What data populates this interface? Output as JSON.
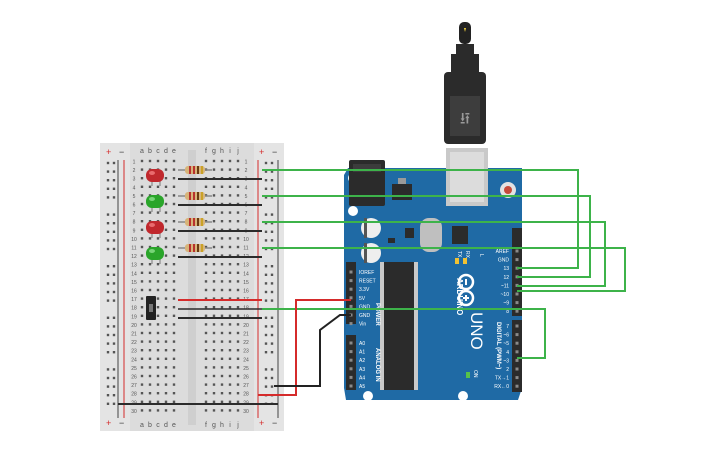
{
  "breadboard": {
    "top_minus": "−",
    "top_plus": "+",
    "bottom_minus": "−",
    "bottom_plus": "+",
    "columns_left": [
      "a",
      "b",
      "c",
      "d",
      "e"
    ],
    "columns_right": [
      "f",
      "g",
      "h",
      "i",
      "j"
    ],
    "row_count": 30
  },
  "components": {
    "leds": [
      {
        "color": "#c0282d",
        "row": 2
      },
      {
        "color": "#2aa52a",
        "row": 5
      },
      {
        "color": "#c0282d",
        "row": 8
      },
      {
        "color": "#2aa52a",
        "row": 11
      }
    ],
    "resistors": [
      2,
      5,
      8,
      11
    ],
    "pushbutton_rows": [
      17,
      19
    ]
  },
  "arduino": {
    "brand": "ARDUINO",
    "model": "UNO",
    "power_header": [
      "IOREF",
      "RESET",
      "3.3V",
      "5V",
      "GND",
      "GND",
      "Vin"
    ],
    "power_label": "POWER",
    "analog_header": [
      "A0",
      "A1",
      "A2",
      "A3",
      "A4",
      "A5"
    ],
    "analog_label": "ANALOG IN",
    "digital_top": [
      "AREF",
      "GND",
      "13",
      "12",
      "~11",
      "~10",
      "~9",
      "8"
    ],
    "digital_bottom": [
      "7",
      "~6",
      "~5",
      "4",
      "~3",
      "2",
      "TX→1",
      "RX←0"
    ],
    "digital_label": "DIGITAL (PWM~)",
    "led_labels": [
      "L",
      "TX",
      "RX"
    ],
    "on_label": "ON"
  },
  "colors": {
    "breadboard_bg": "#dcdcdc",
    "arduino_blue": "#1f6aa5",
    "wire_green": "#3db34a",
    "wire_red": "#d52b2b",
    "wire_black": "#222222",
    "header_black": "#2b2b2b"
  }
}
